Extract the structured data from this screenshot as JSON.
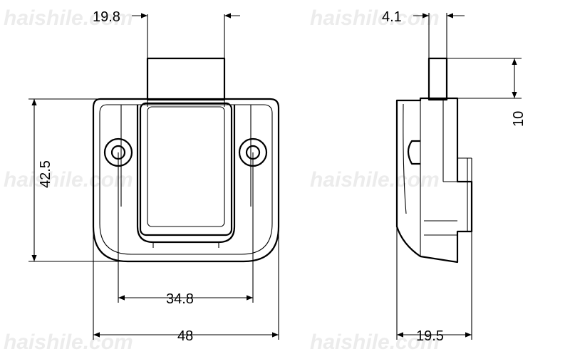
{
  "watermark": "haishile.com",
  "dimensions": {
    "top_width": "19.8",
    "height": "42.5",
    "hole_spacing": "34.8",
    "overall_width": "48",
    "thickness": "4.1",
    "protrusion": "10",
    "depth": "19.5"
  }
}
